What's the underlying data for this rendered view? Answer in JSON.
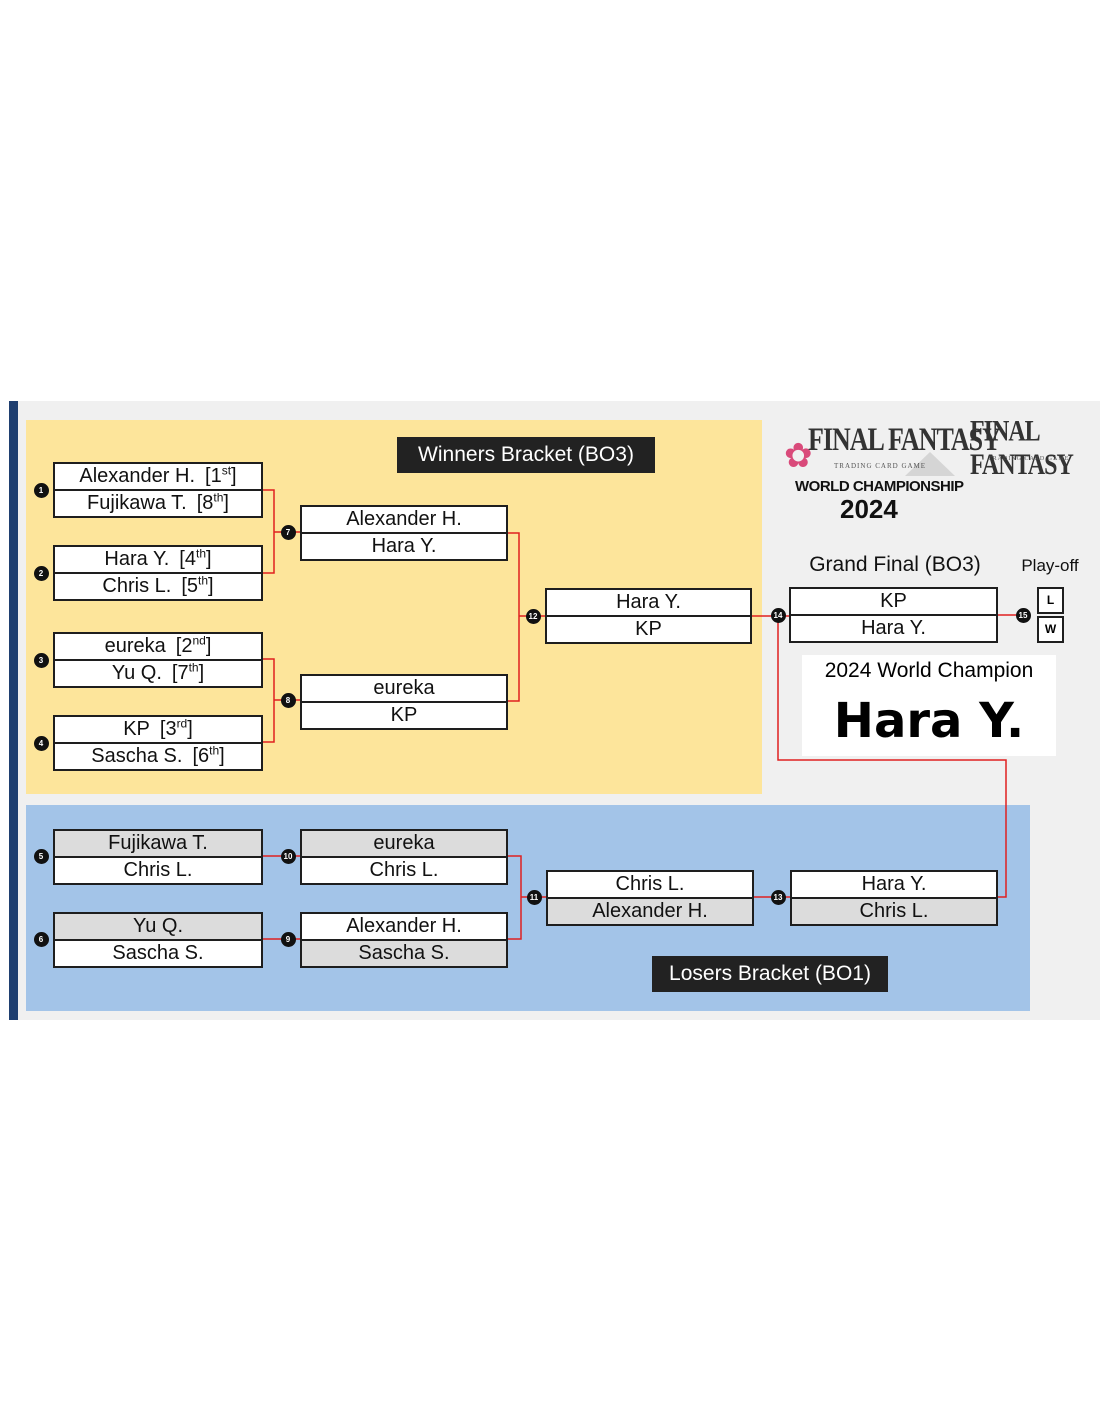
{
  "colors": {
    "winners_bg": "#fde59b",
    "losers_bg": "#a3c4e8",
    "page_bg": "#f0f0f0",
    "connector": "#e02020",
    "accent_bar": "#1f3f70"
  },
  "logo": {
    "brand": "FINAL FANTASY",
    "subtitle": "TRADING CARD GAME",
    "event": "WORLD CHAMPIONSHIP",
    "year": "2024"
  },
  "winners": {
    "title": "Winners Bracket (BO3)",
    "round1": [
      {
        "match": "1",
        "top": "Alexander H.",
        "top_seed": "1",
        "top_sfx": "st",
        "bottom": "Fujikawa T.",
        "bottom_seed": "8",
        "bottom_sfx": "th"
      },
      {
        "match": "2",
        "top": "Hara Y.",
        "top_seed": "4",
        "top_sfx": "th",
        "bottom": "Chris L.",
        "bottom_seed": "5",
        "bottom_sfx": "th"
      },
      {
        "match": "3",
        "top": "eureka",
        "top_seed": "2",
        "top_sfx": "nd",
        "bottom": "Yu Q.",
        "bottom_seed": "7",
        "bottom_sfx": "th"
      },
      {
        "match": "4",
        "top": "KP",
        "top_seed": "3",
        "top_sfx": "rd",
        "bottom": "Sascha S.",
        "bottom_seed": "6",
        "bottom_sfx": "th"
      }
    ],
    "round2": [
      {
        "match": "7",
        "top": "Alexander H.",
        "bottom": "Hara Y."
      },
      {
        "match": "8",
        "top": "eureka",
        "bottom": "KP"
      }
    ],
    "final": {
      "match": "12",
      "top": "Hara Y.",
      "bottom": "KP"
    }
  },
  "losers": {
    "title": "Losers Bracket (BO1)",
    "round1": [
      {
        "match": "5",
        "top": "Fujikawa T.",
        "bottom": "Chris L."
      },
      {
        "match": "6",
        "top": "Yu Q.",
        "bottom": "Sascha S."
      }
    ],
    "round2": [
      {
        "match": "10",
        "top": "eureka",
        "bottom": "Chris L."
      },
      {
        "match": "9",
        "top": "Alexander H.",
        "bottom": "Sascha S."
      }
    ],
    "round3": {
      "match": "11",
      "top": "Chris L.",
      "bottom": "Alexander H."
    },
    "final": {
      "match": "13",
      "top": "Hara Y.",
      "bottom": "Chris L."
    }
  },
  "grand_final": {
    "title": "Grand Final (BO3)",
    "match": "14",
    "top": "KP",
    "bottom": "Hara Y."
  },
  "playoff": {
    "title": "Play-off",
    "match": "15",
    "loser": "L",
    "winner": "W"
  },
  "champion": {
    "label": "2024 World Champion",
    "name": "Hara Y."
  }
}
